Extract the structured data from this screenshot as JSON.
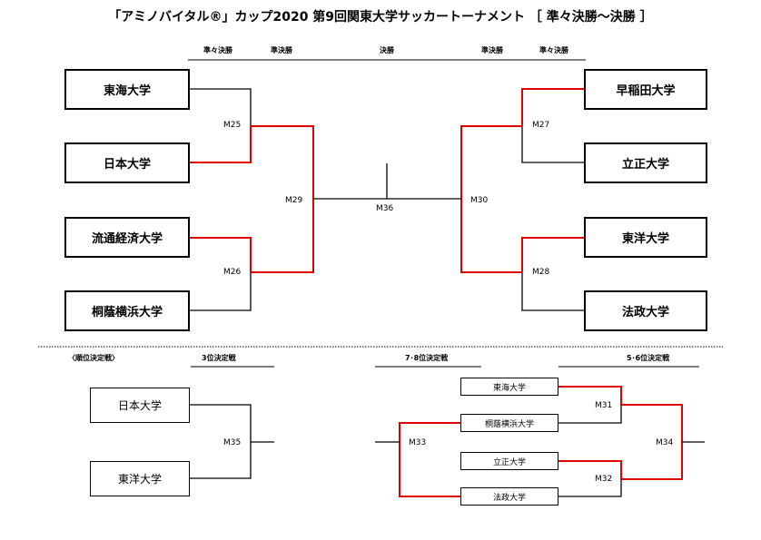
{
  "title": "「アミノバイタル®」カップ2020 第9回関東大学サッカートーナメント ［ 準々決勝～決勝 ］",
  "round_headers": [
    "準々決勝",
    "準決勝",
    "決勝",
    "準決勝",
    "準々決勝"
  ],
  "left_teams": [
    "東海大学",
    "日本大学",
    "流通経済大学",
    "桐蔭横浜大学"
  ],
  "right_teams": [
    "早稲田大学",
    "立正大学",
    "東洋大学",
    "法政大学"
  ],
  "matches": {
    "m25": "M25",
    "m26": "M26",
    "m27": "M27",
    "m28": "M28",
    "m29": "M29",
    "m30": "M30",
    "m36": "M36",
    "m35": "M35",
    "m33": "M33",
    "m31": "M31",
    "m32": "M32",
    "m34": "M34"
  },
  "placement": {
    "section_label": "〈順位決定戦〉",
    "third_label": "3位決定戦",
    "seventh_label": "7･8位決定戦",
    "fifth_label": "5･6位決定戦",
    "third_teams": [
      "日本大学",
      "東洋大学"
    ],
    "lower_teams": [
      "東海大学",
      "桐蔭横浜大学",
      "立正大学",
      "法政大学"
    ]
  },
  "colors": {
    "winner_line": "#e00000",
    "line": "#000000"
  }
}
